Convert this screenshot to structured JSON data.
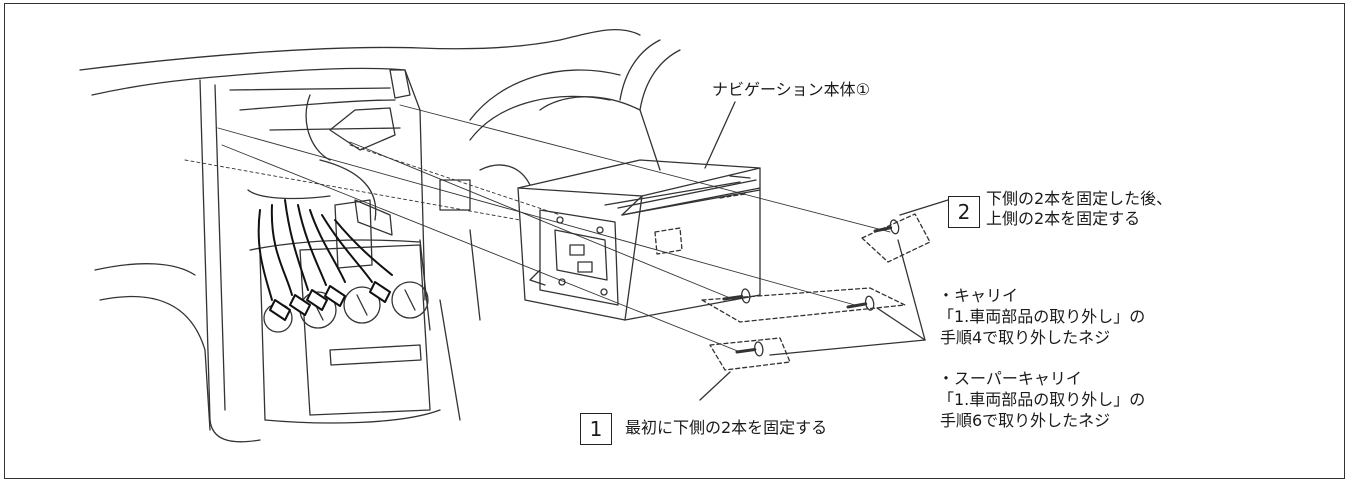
{
  "labels": {
    "unit": "ナビゲーション本体①",
    "step2": {
      "number": "2",
      "line1": "下側の2本を固定した後、",
      "line2": "上側の2本を固定する"
    },
    "step1": {
      "number": "1",
      "text": "最初に下側の2本を固定する"
    },
    "carry": {
      "line1": "・キャリイ",
      "line2": "「1.車両部品の取り外し」の",
      "line3": "手順4で取り外したネジ"
    },
    "super_carry": {
      "line1": "・スーパーキャリイ",
      "line2": "「1.車両部品の取り外し」の",
      "line3": "手順6で取り外したネジ"
    }
  },
  "icons": [
    "navigation-unit-icon",
    "screw-icon",
    "dashboard-icon",
    "wire-harness-icon"
  ],
  "colors": {
    "line": "#333333",
    "background": "#ffffff"
  }
}
